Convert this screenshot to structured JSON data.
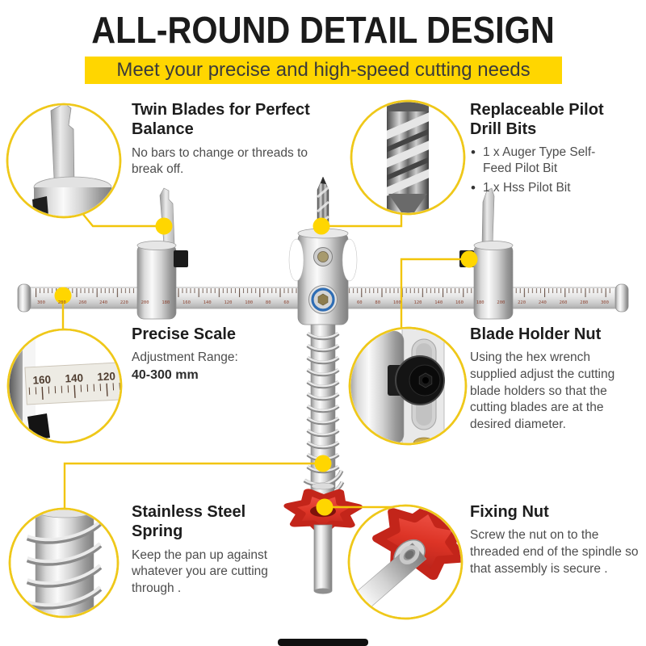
{
  "header": {
    "title": "ALL-ROUND DETAIL DESIGN",
    "subtitle": "Meet your precise and high-speed cutting needs"
  },
  "callouts": {
    "twin_blades": {
      "title": "Twin Blades for Perfect Balance",
      "body": "No bars to change or threads to break off."
    },
    "pilot_bits": {
      "title": "Replaceable Pilot Drill Bits",
      "items": [
        "1 x Auger Type Self-Feed Pilot Bit",
        "1 x Hss Pilot Bit"
      ]
    },
    "precise_scale": {
      "title": "Precise Scale",
      "body": "Adjustment Range:",
      "range": "40-300 mm"
    },
    "blade_holder_nut": {
      "title": "Blade Holder Nut",
      "body": "Using the hex wrench supplied  adjust the cutting blade holders so that the cutting blades are at the desired diameter."
    },
    "spring": {
      "title": "Stainless Steel Spring",
      "body": "Keep the pan up against whatever you are cutting through ."
    },
    "fixing_nut": {
      "title": "Fixing Nut",
      "body": "Screw the nut on to the threaded end of the spindle so that assembly is secure ."
    }
  },
  "magnifiers": {
    "scale_labels": [
      "160",
      "140",
      "120"
    ]
  },
  "ruler": {
    "left_labels": [
      "300",
      "280",
      "260",
      "240",
      "220",
      "200",
      "180",
      "160",
      "140",
      "120",
      "100",
      "80",
      "60"
    ],
    "right_labels": [
      "60",
      "80",
      "100",
      "120",
      "140",
      "160",
      "180",
      "200",
      "220",
      "240",
      "260",
      "280",
      "300"
    ]
  },
  "colors": {
    "accent_yellow": "#FFD600",
    "connector_yellow": "#F2C50A",
    "circle_border_yellow": "#EFC81A",
    "nut_red": "#DD3426",
    "title_black": "#1B1B1B",
    "body_gray": "#4D4D4D",
    "scale_number_red": "#8D4634"
  }
}
